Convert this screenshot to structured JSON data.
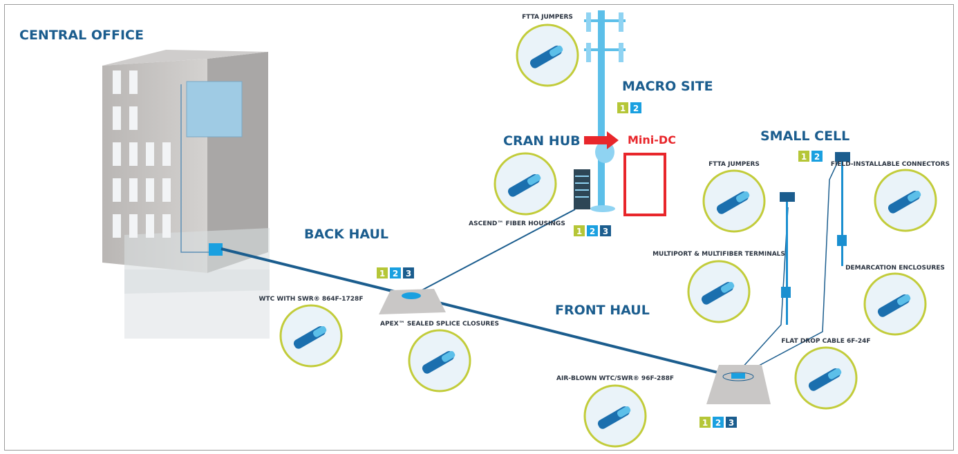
{
  "labels": {
    "central_office": "CENTRAL OFFICE",
    "macro_site": "MACRO SITE",
    "cran_hub": "CRAN HUB",
    "mini_dc": "Mini-DC",
    "small_cell": "SMALL CELL",
    "back_haul": "BACK HAUL",
    "front_haul": "FRONT HAUL"
  },
  "callouts": [
    {
      "id": "ftta-jumpers-macro",
      "label": "FTTA JUMPERS",
      "icon": "ftta-jumper-icon"
    },
    {
      "id": "ascend-fiber-housings",
      "label": "ASCEND™ FIBER HOUSINGS",
      "icon": "fiber-housing-icon"
    },
    {
      "id": "ftta-jumpers-small-cell",
      "label": "FTTA JUMPERS",
      "icon": "ftta-jumper-icon"
    },
    {
      "id": "field-installable-connectors",
      "label": "FIELD-INSTALLABLE CONNECTORS",
      "icon": "connector-icon"
    },
    {
      "id": "multiport-terminals",
      "label": "MULTIPORT & MULTIFIBER TERMINALS",
      "icon": "terminal-icon"
    },
    {
      "id": "demarcation-enclosures",
      "label": "DEMARCATION ENCLOSURES",
      "icon": "enclosure-icon"
    },
    {
      "id": "flat-drop-cable",
      "label": "FLAT DROP CABLE 6F-24F",
      "icon": "flat-cable-icon"
    },
    {
      "id": "air-blown-wtc",
      "label": "AIR-BLOWN WTC/SWR® 96F-288F",
      "icon": "cable-icon"
    },
    {
      "id": "wtc-swr",
      "label": "WTC WITH SWR® 864F-1728F",
      "icon": "cable-icon"
    },
    {
      "id": "apex-splice-closures",
      "label": "APEX™ SEALED SPLICE CLOSURES",
      "icon": "splice-closure-icon"
    }
  ],
  "badge_groups": [
    {
      "id": "macro-site",
      "numbers": [
        "1",
        "2"
      ]
    },
    {
      "id": "cran-hub",
      "numbers": [
        "1",
        "2",
        "3"
      ]
    },
    {
      "id": "back-haul",
      "numbers": [
        "1",
        "2",
        "3"
      ]
    },
    {
      "id": "small-cell",
      "numbers": [
        "1",
        "2"
      ]
    },
    {
      "id": "front-haul",
      "numbers": [
        "1",
        "2",
        "3"
      ]
    }
  ],
  "colors": {
    "badge_1": "#b5c637",
    "badge_2": "#1aa0e0",
    "badge_3": "#1b5d8e",
    "label": "#1b5d8e",
    "highlight": "#e8262b",
    "circle_ring": "#c2cc3a",
    "fiber": "#1b5d8e"
  }
}
